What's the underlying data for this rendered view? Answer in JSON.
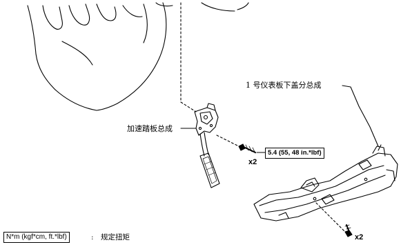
{
  "labels": {
    "panel_label": "1 号仪表板下盖分总成",
    "pedal_label": "加速踏板总成"
  },
  "callouts": {
    "torque_value": "5.4 (55, 48 in.*lbf)",
    "bolt_count_upper": "x2",
    "bolt_count_lower": "x2"
  },
  "legend": {
    "units": "N*m (kgf*cm, ft.*lbf)",
    "separator": ":",
    "meaning": "规定扭矩"
  }
}
